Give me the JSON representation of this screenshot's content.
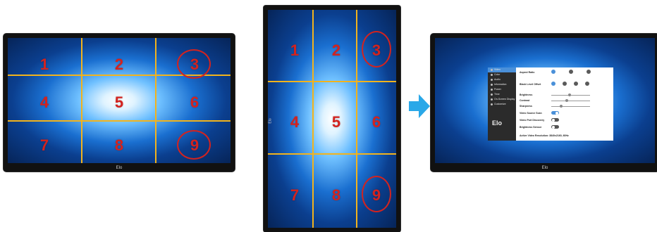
{
  "brand": "Elo",
  "grid_numbers": [
    "1",
    "2",
    "3",
    "4",
    "5",
    "6",
    "7",
    "8",
    "9"
  ],
  "circled_numbers": [
    "3",
    "9"
  ],
  "colors": {
    "number": "#d3231f",
    "grid_line": "#f2b31c",
    "arrow": "#2aa8e8",
    "osd_accent": "#4a90d9"
  },
  "arrow_icon": "arrow-right-icon",
  "osd": {
    "sidebar_items": [
      "Video",
      "Color",
      "Audio",
      "Information",
      "Power",
      "Time",
      "On-Screen Display",
      "Customize"
    ],
    "brand": "Elo",
    "labels": {
      "aspect_ratio": "Aspect Ratio",
      "black_level_offset": "Black Level Offset",
      "brightness": "Brightness",
      "contrast": "Contrast",
      "sharpness": "Sharpness",
      "video_source_scan": "Video Source Scan",
      "video_port_discovery": "Video Port Discovery",
      "brightness_sensor": "Brightness Sensor",
      "active_video_resolution": "Active Video Resolution: 3840x2160, 60Hz"
    },
    "toggles": {
      "video_source_scan": true,
      "video_port_discovery": false,
      "brightness_sensor": false
    }
  }
}
